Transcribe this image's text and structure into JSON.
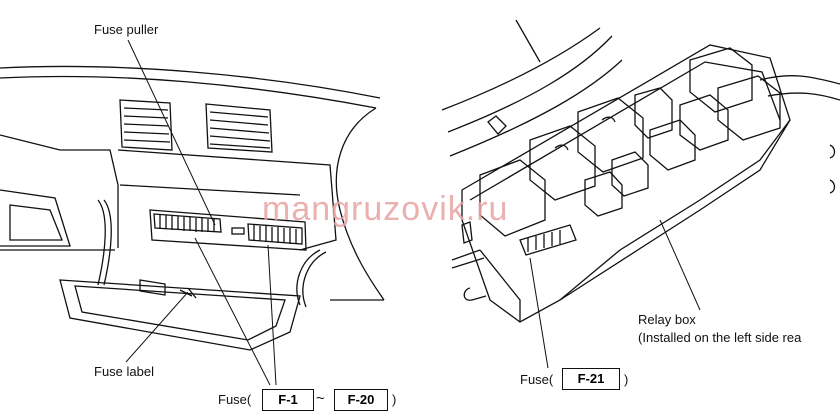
{
  "labels": {
    "fuse_puller": "Fuse puller",
    "fuse_label": "Fuse label",
    "fuse_prefix": "Fuse(",
    "fuse_range_first": "F-1",
    "tilde": "~",
    "fuse_range_last": "F-20",
    "close_paren": ")",
    "relay_box": "Relay box",
    "relay_box_note": "(Installed on the left side rea",
    "fuse2_prefix": "Fuse(",
    "fuse2_code": "F-21",
    "close_paren2": ")"
  },
  "watermark": "mangruzovik.ru",
  "colors": {
    "line": "#111111",
    "watermark": "#e8a3a3"
  }
}
